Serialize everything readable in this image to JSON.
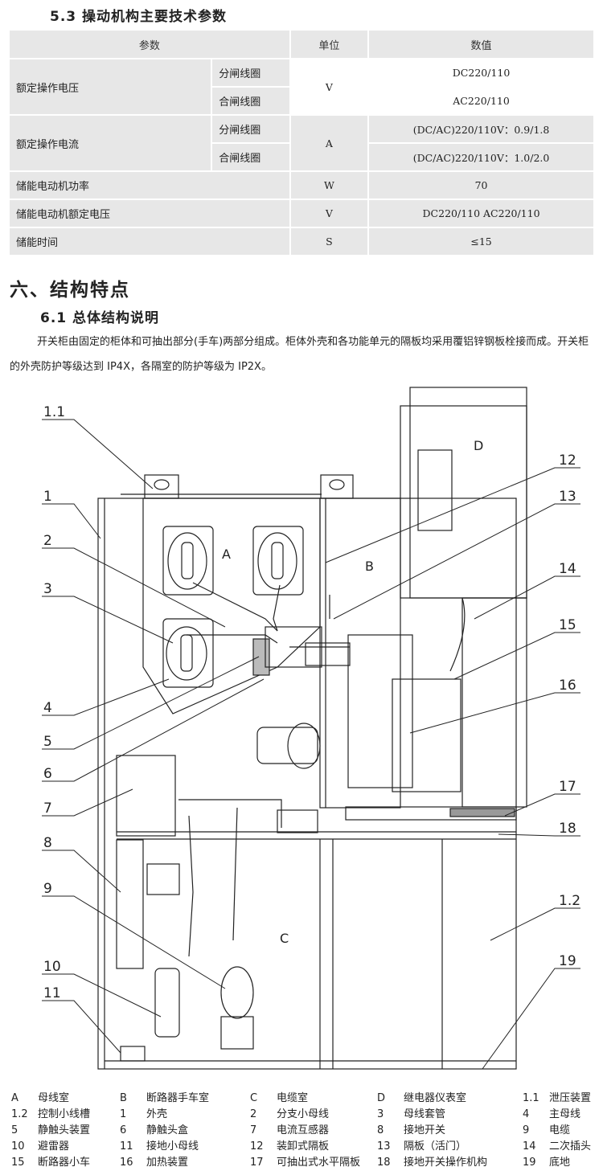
{
  "section53": {
    "title": "5.3 操动机构主要技术参数"
  },
  "table": {
    "headers": [
      "参数",
      "单位",
      "数值"
    ],
    "rows": [
      {
        "param": "额定操作电压",
        "unit": "V",
        "subs": [
          {
            "name": "分闸线圈",
            "value": "DC220/110"
          },
          {
            "name": "合闸线圈",
            "value": "AC220/110"
          }
        ]
      },
      {
        "param": "额定操作电流",
        "unit": "A",
        "subs": [
          {
            "name": "分闸线圈",
            "value": "(DC/AC)220/110V：0.9/1.8"
          },
          {
            "name": "合闸线圈",
            "value": "(DC/AC)220/110V：1.0/2.0"
          }
        ]
      },
      {
        "param": "储能电动机功率",
        "unit": "W",
        "value": "70"
      },
      {
        "param": "储能电动机额定电压",
        "unit": "V",
        "value": "DC220/110   AC220/110"
      },
      {
        "param": "储能时间",
        "unit": "S",
        "value": "≤15"
      }
    ]
  },
  "section6": {
    "title": "六、结构特点"
  },
  "section61": {
    "title": "6.1 总体结构说明",
    "paragraph": "开关柜由固定的柜体和可抽出部分(手车)两部分组成。柜体外壳和各功能单元的隔板均采用覆铝锌钢板栓接而成。开关柜的外壳防护等级达到 IP4X，各隔室的防护等级为 IP2X。"
  },
  "diagram": {
    "compartment_labels": [
      "A",
      "B",
      "C",
      "D"
    ],
    "callouts": [
      "1.1",
      "1",
      "2",
      "3",
      "4",
      "5",
      "6",
      "7",
      "8",
      "9",
      "10",
      "11",
      "12",
      "13",
      "14",
      "15",
      "16",
      "17",
      "18",
      "1.2",
      "19"
    ]
  },
  "legend": [
    [
      {
        "code": "A",
        "text": "母线室"
      },
      {
        "code": "B",
        "text": "断路器手车室"
      },
      {
        "code": "C",
        "text": "电缆室"
      },
      {
        "code": "D",
        "text": "继电器仪表室"
      },
      {
        "code": "1.1",
        "text": "泄压装置"
      }
    ],
    [
      {
        "code": "1.2",
        "text": "控制小线槽"
      },
      {
        "code": "1",
        "text": "外壳"
      },
      {
        "code": "2",
        "text": "分支小母线"
      },
      {
        "code": "3",
        "text": "母线套管"
      },
      {
        "code": "4",
        "text": "主母线"
      }
    ],
    [
      {
        "code": "5",
        "text": "静触头装置"
      },
      {
        "code": "6",
        "text": "静触头盒"
      },
      {
        "code": "7",
        "text": "电流互感器"
      },
      {
        "code": "8",
        "text": "接地开关"
      },
      {
        "code": "9",
        "text": "电缆"
      }
    ],
    [
      {
        "code": "10",
        "text": "避雷器"
      },
      {
        "code": "11",
        "text": "接地小母线"
      },
      {
        "code": "12",
        "text": "装卸式隔板"
      },
      {
        "code": "13",
        "text": "隔板（活门）"
      },
      {
        "code": "14",
        "text": "二次插头"
      }
    ],
    [
      {
        "code": "15",
        "text": "断路器小车"
      },
      {
        "code": "16",
        "text": "加热装置"
      },
      {
        "code": "17",
        "text": "可抽出式水平隔板"
      },
      {
        "code": "18",
        "text": "接地开关操作机构"
      },
      {
        "code": "19",
        "text": "底地"
      }
    ]
  ]
}
